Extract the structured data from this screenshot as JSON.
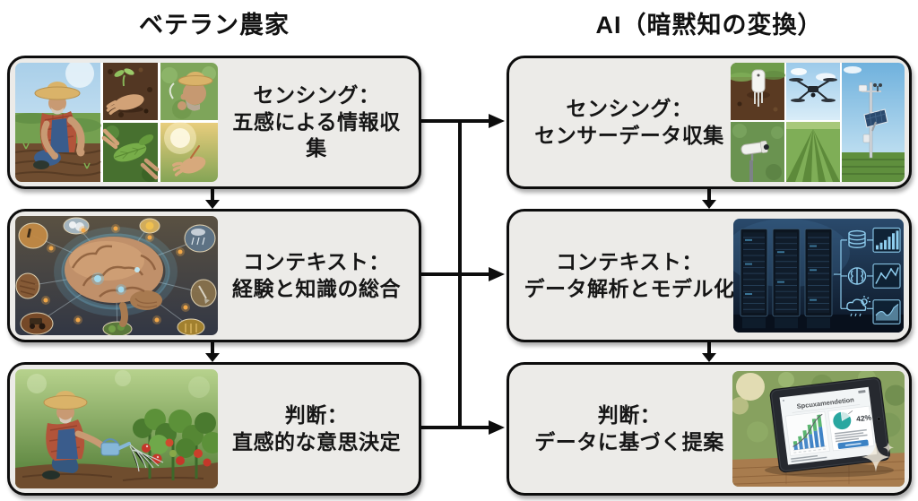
{
  "headers": {
    "left": "ベテラン農家",
    "right": "AI（暗黙知の変換）"
  },
  "left_boxes": [
    {
      "name": "human-sensing",
      "lines": [
        "センシング：",
        "五感による情報収",
        "集"
      ]
    },
    {
      "name": "human-context",
      "lines": [
        "コンテキスト：",
        "経験と知識の総合"
      ]
    },
    {
      "name": "human-judgment",
      "lines": [
        "判断：",
        "直感的な意思決定"
      ]
    }
  ],
  "right_boxes": [
    {
      "name": "ai-sensing",
      "lines": [
        "センシング：",
        "センサーデータ収集"
      ]
    },
    {
      "name": "ai-context",
      "lines": [
        "コンテキスト：",
        "データ解析とモデル化"
      ]
    },
    {
      "name": "ai-judgment",
      "lines": [
        "判断：",
        "データに基づく提案"
      ]
    }
  ],
  "tablet_screen": {
    "title": "Spcuxamendetion",
    "pie_value": "42%"
  },
  "colors": {
    "canvas_bg": "#ffffff",
    "box_bg": "#ecebe8",
    "box_border": "#0d0d0d",
    "arrow": "#0d0d0d",
    "text": "#161616"
  }
}
